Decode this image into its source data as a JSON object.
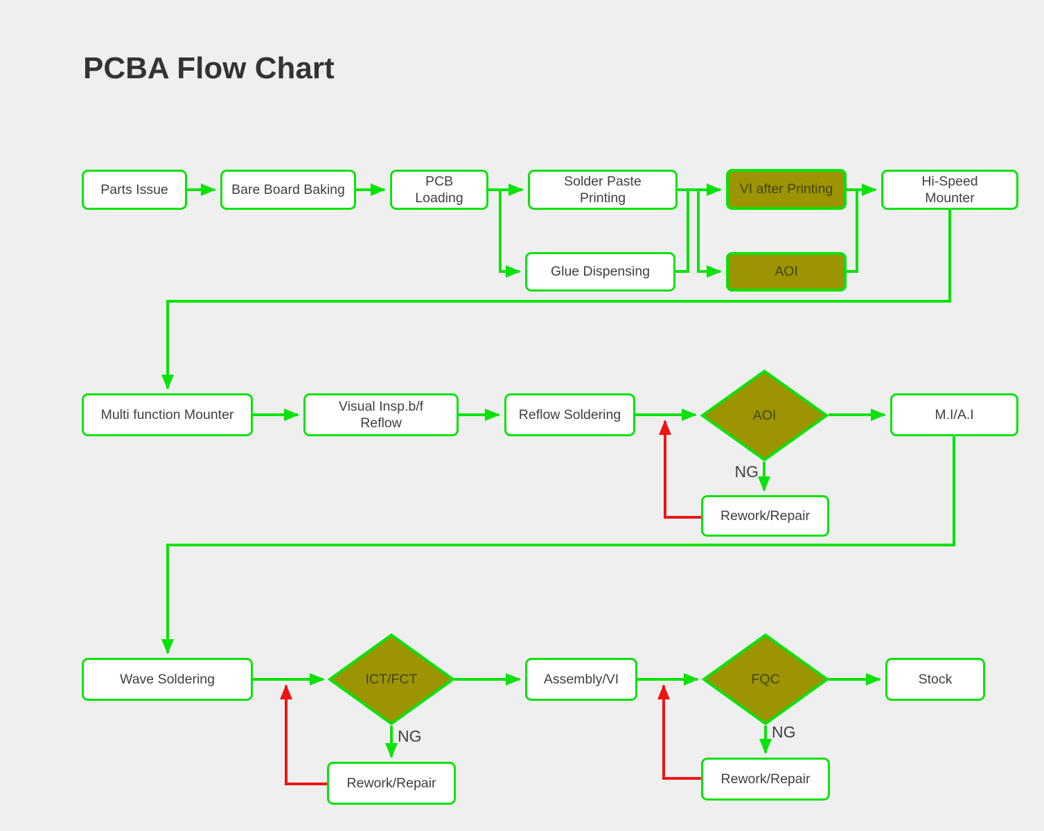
{
  "title": "PCBA Flow Chart",
  "colors": {
    "background": "#efefef",
    "connector_green": "#0ae20a",
    "connector_red": "#ee1414",
    "node_fill_white": "#ffffff",
    "node_fill_olive": "#9c9402",
    "node_border": "#0ae20a",
    "text": "#3f3f3f",
    "title_text": "#333333"
  },
  "nodes": {
    "parts_issue": {
      "label": "Parts Issue",
      "shape": "rect",
      "fill": "white"
    },
    "bare_board_baking": {
      "label": "Bare Board Baking",
      "shape": "rect",
      "fill": "white"
    },
    "pcb_loading": {
      "label": "PCB Loading",
      "shape": "rect",
      "fill": "white"
    },
    "solder_paste_printing": {
      "label": "Solder Paste Printing",
      "shape": "rect",
      "fill": "white"
    },
    "vi_after_printing": {
      "label": "VI after Printing",
      "shape": "rect",
      "fill": "olive"
    },
    "hi_speed_mounter": {
      "label": "Hi-Speed Mounter",
      "shape": "rect",
      "fill": "white"
    },
    "glue_dispensing": {
      "label": "Glue Dispensing",
      "shape": "rect",
      "fill": "white"
    },
    "aoi_inline": {
      "label": "AOI",
      "shape": "rect",
      "fill": "olive"
    },
    "multi_function_mounter": {
      "label": "Multi function Mounter",
      "shape": "rect",
      "fill": "white"
    },
    "visual_insp_bf_reflow": {
      "label": "Visual Insp.b/f Reflow",
      "shape": "rect",
      "fill": "white"
    },
    "reflow_soldering": {
      "label": "Reflow Soldering",
      "shape": "rect",
      "fill": "white"
    },
    "aoi_decision": {
      "label": "AOI",
      "shape": "diamond",
      "fill": "olive"
    },
    "mi_ai": {
      "label": "M.I/A.I",
      "shape": "rect",
      "fill": "white"
    },
    "rework_repair_aoi": {
      "label": "Rework/Repair",
      "shape": "rect",
      "fill": "white"
    },
    "wave_soldering": {
      "label": "Wave Soldering",
      "shape": "rect",
      "fill": "white"
    },
    "ict_fct_decision": {
      "label": "ICT/FCT",
      "shape": "diamond",
      "fill": "olive"
    },
    "assembly_vi": {
      "label": "Assembly/VI",
      "shape": "rect",
      "fill": "white"
    },
    "fqc_decision": {
      "label": "FQC",
      "shape": "diamond",
      "fill": "olive"
    },
    "stock": {
      "label": "Stock",
      "shape": "rect",
      "fill": "white"
    },
    "rework_repair_ict": {
      "label": "Rework/Repair",
      "shape": "rect",
      "fill": "white"
    },
    "rework_repair_fqc": {
      "label": "Rework/Repair",
      "shape": "rect",
      "fill": "white"
    }
  },
  "edge_labels": {
    "aoi_ng": "NG",
    "ict_ng": "NG",
    "fqc_ng": "NG"
  }
}
